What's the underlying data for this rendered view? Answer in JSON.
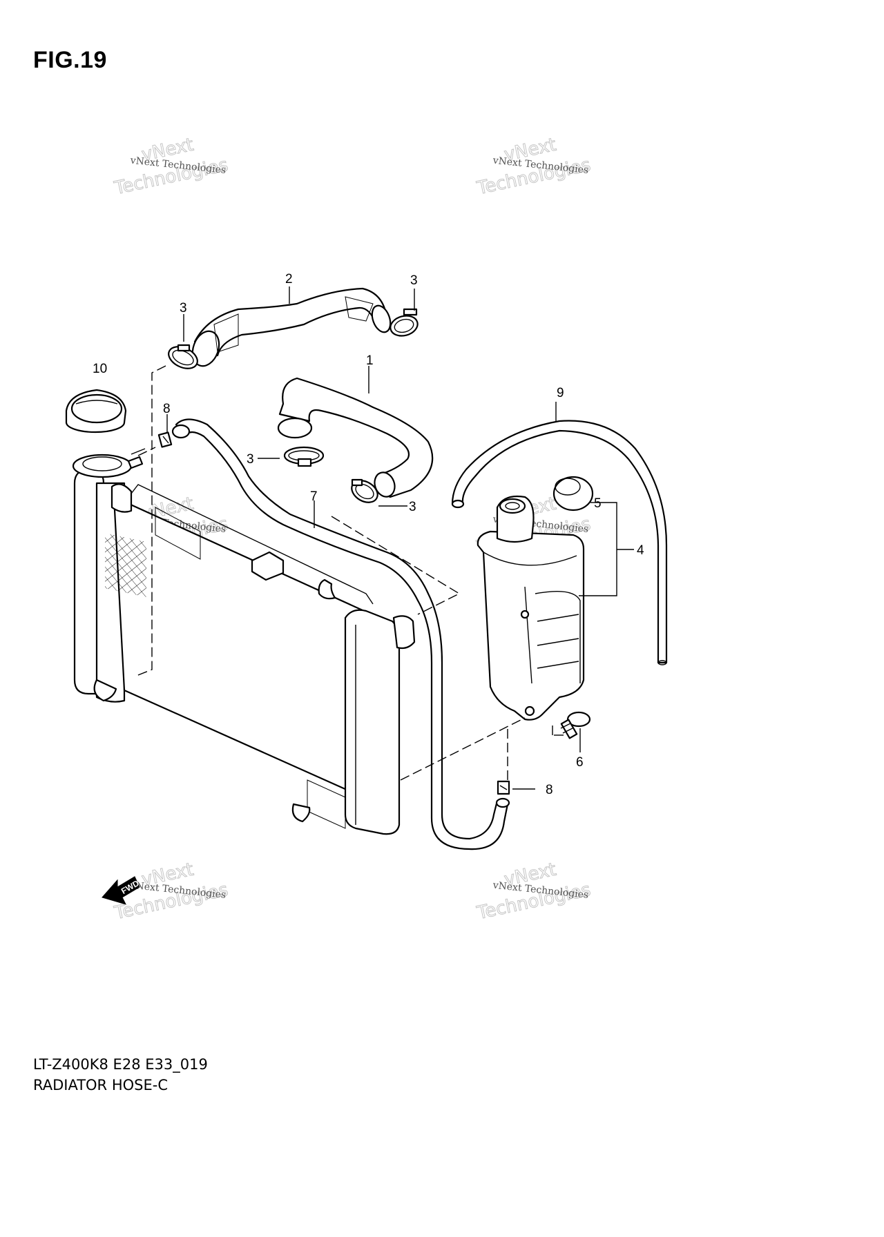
{
  "figure": {
    "title": "FIG.19",
    "model_code": "LT-Z400K8 E28 E33_019",
    "name": "RADIATOR HOSE-C"
  },
  "callouts": {
    "c1": "1",
    "c2": "2",
    "c3a": "3",
    "c3b": "3",
    "c3c": "3",
    "c3d": "3",
    "c4": "4",
    "c5": "5",
    "c6": "6",
    "c7": "7",
    "c8a": "8",
    "c8b": "8",
    "c9": "9",
    "c10": "10"
  },
  "fwd_arrow": "FWD",
  "watermark": {
    "small": "vNext Technologies",
    "big1": "vNext",
    "big2": "Technologies"
  }
}
